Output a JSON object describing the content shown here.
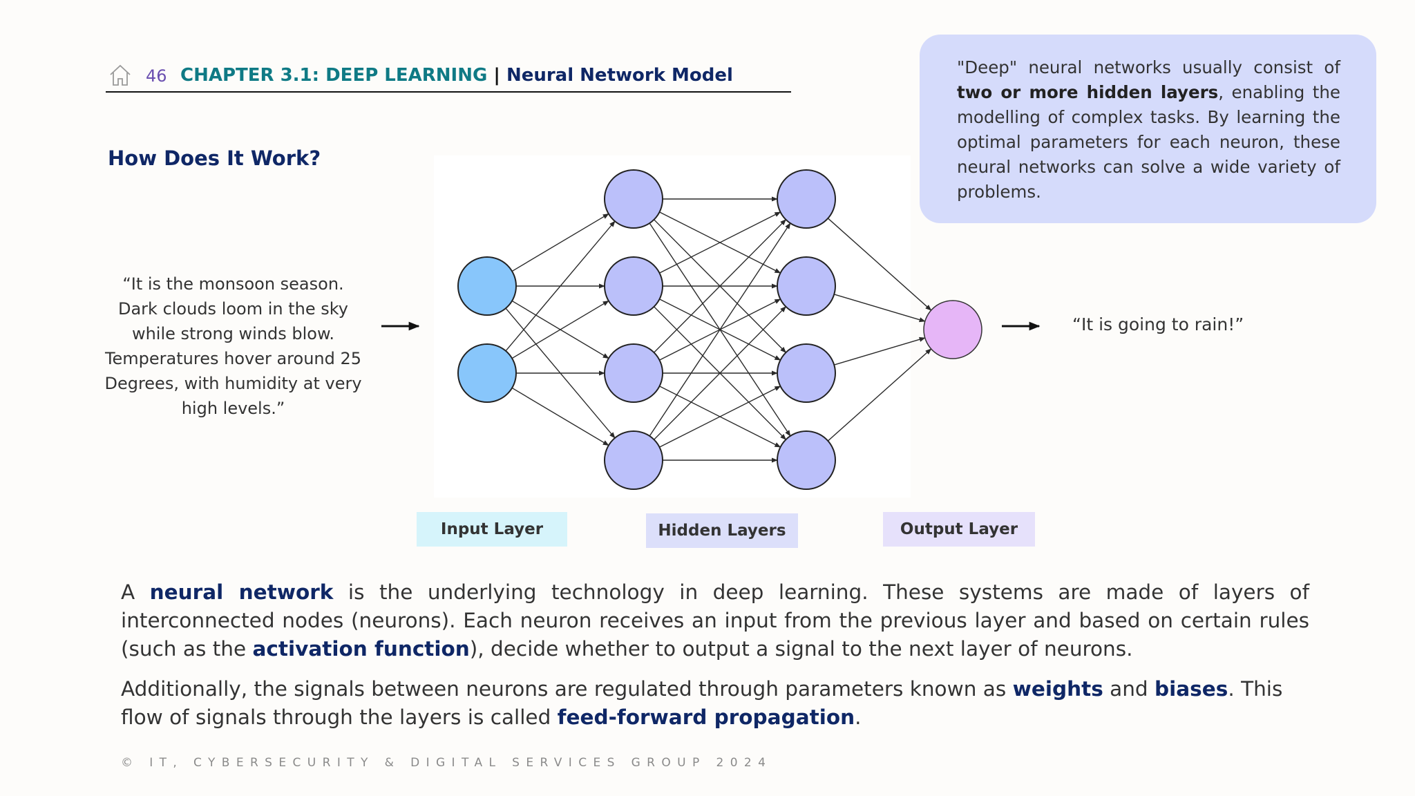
{
  "header": {
    "page_number": "46",
    "chapter": "CHAPTER 3.1: DEEP LEARNING",
    "separator": "|",
    "subtitle": "Neural Network Model",
    "home_icon": "home-icon"
  },
  "section_title": "How Does It Work?",
  "info_box": {
    "part1": "\"Deep\" neural networks usually consist of ",
    "bold": "two or more hidden layers",
    "part2": ", enabling the modelling of complex tasks. By learning the optimal parameters for each neuron, these neural networks can solve a wide variety of problems."
  },
  "input_quote": "“It is the monsoon season. Dark clouds loom in the sky while strong winds blow. Temperatures hover around 25 Degrees, with humidity at very high levels.”",
  "output_quote": "“It is going to rain!”",
  "diagram": {
    "layers": [
      {
        "name": "Input Layer",
        "neurons": 2
      },
      {
        "name": "Hidden Layers",
        "neurons": 4
      },
      {
        "name": "Hidden Layers",
        "neurons": 4
      },
      {
        "name": "Output Layer",
        "neurons": 1
      }
    ],
    "colors": {
      "input": "#88c6fb",
      "hidden": "#bbc0fa",
      "output": "#e6b6f7"
    }
  },
  "labels": {
    "input": "Input Layer",
    "hidden": "Hidden Layers",
    "output": "Output Layer"
  },
  "paragraph1": {
    "t1": "A ",
    "b1": "neural network",
    "t2": " is the underlying technology in deep learning. These systems are made of layers of interconnected nodes (neurons). Each neuron receives an input from the previous layer and based on certain rules (such as the ",
    "b2": "activation function",
    "t3": "), decide whether to output a signal to the next layer of neurons."
  },
  "paragraph2": {
    "t1": "Additionally, the signals between neurons are regulated through parameters known as ",
    "b1": "weights",
    "t2": " and ",
    "b2": "biases",
    "t3": ". This flow of signals through the layers is called ",
    "b3": "feed-forward propagation",
    "t4": "."
  },
  "footer": "© IT, CYBERSECURITY & DIGITAL SERVICES GROUP 2024"
}
